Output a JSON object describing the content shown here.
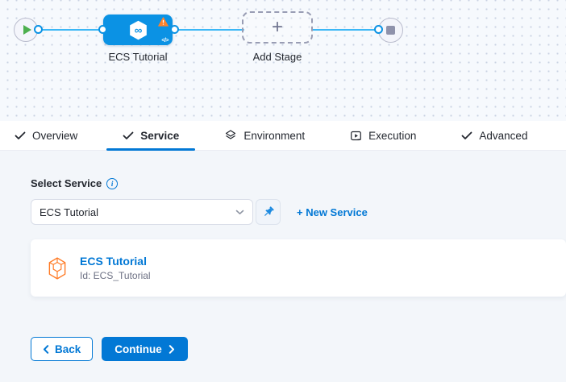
{
  "colors": {
    "primary_blue": "#0278d5",
    "node_blue": "#0b92e4",
    "edge_blue": "#3cb7f6",
    "warning_orange": "#ff832b",
    "service_icon_orange": "#ff7b26",
    "start_green": "#4daf4e",
    "canvas_bg": "#f6f9fd",
    "content_bg": "#f3f6fa"
  },
  "pipeline": {
    "start_icon": "play-icon",
    "end_icon": "stop-icon",
    "stage": {
      "label": "ECS Tutorial",
      "icon": "harness-cd-hexagon-icon",
      "infinity_glyph": "∞",
      "warning_icon": "warning-triangle-icon",
      "code_glyph": "</>"
    },
    "add_stage": {
      "label": "Add Stage",
      "plus_glyph": "+"
    }
  },
  "tabs": [
    {
      "label": "Overview",
      "icon": "check-icon",
      "active": false
    },
    {
      "label": "Service",
      "icon": "check-icon",
      "active": true
    },
    {
      "label": "Environment",
      "icon": "layers-icon",
      "active": false
    },
    {
      "label": "Execution",
      "icon": "play-box-icon",
      "active": false
    },
    {
      "label": "Advanced",
      "icon": "check-icon",
      "active": false
    }
  ],
  "service_form": {
    "label": "Select Service",
    "info_icon": "info-icon",
    "dropdown": {
      "value": "ECS Tutorial",
      "chevron_icon": "chevron-down-icon"
    },
    "pin_button_icon": "pin-icon",
    "new_service_link": "+ New Service",
    "service_card": {
      "icon": "service-hexagon-icon",
      "title": "ECS Tutorial",
      "id_text": "Id: ECS_Tutorial"
    }
  },
  "footer": {
    "back_label": "Back",
    "continue_label": "Continue"
  }
}
